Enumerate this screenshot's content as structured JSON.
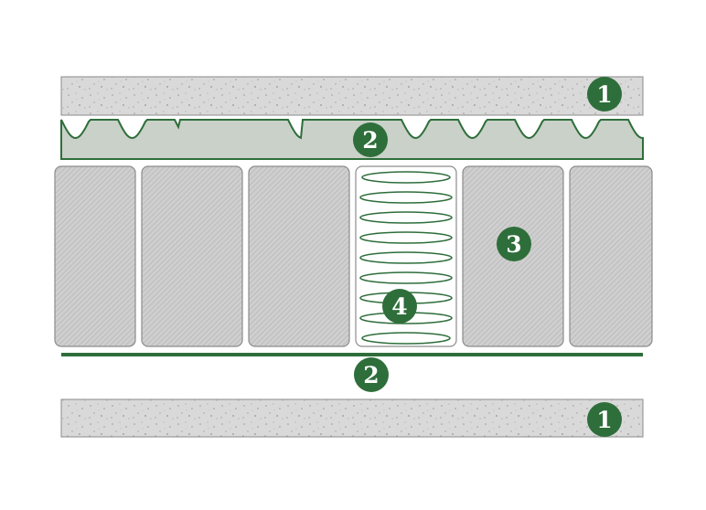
{
  "diagram": {
    "colors": {
      "green": "#2e6e3a",
      "felt": "#d6d6d6",
      "wave_layer": "#c9d1c8",
      "pocket_fill": "#cbcbcb",
      "pocket_stroke": "#8c8c8c",
      "line": "#8a8a8a",
      "background": "#ffffff"
    },
    "callouts": {
      "top_felt": "1",
      "top_wave": "2",
      "pocket": "3",
      "spring": "4",
      "bottom_wave": "2",
      "bottom_felt": "1"
    }
  }
}
